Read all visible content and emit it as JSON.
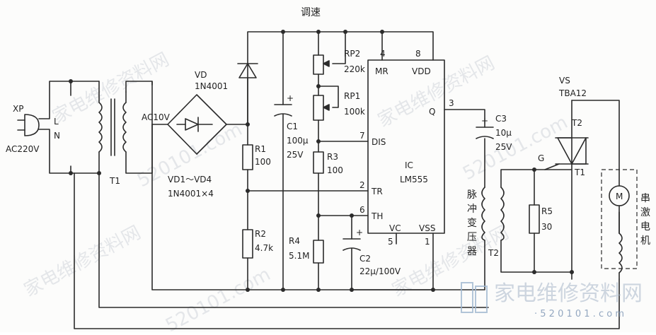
{
  "labels": {
    "speed": "调速",
    "xp": "XP",
    "l": "L",
    "n": "N",
    "ac220": "AC220V",
    "t1": "T1",
    "ac10": "AC10V",
    "vd": "VD",
    "vd_part": "1N4001",
    "bridge": "VD1～VD4",
    "bridge_part": "1N4001×4",
    "r1": "R1",
    "r1v": "100",
    "r2": "R2",
    "r2v": "4.7k",
    "c1": "C1",
    "c1v1": "100μ",
    "c1v2": "25V",
    "rp2": "RP2",
    "rp2v": "220k",
    "rp1": "RP1",
    "rp1v": "100k",
    "r3": "R3",
    "r3v": "100",
    "r4": "R4",
    "r4v": "5.1M",
    "c2": "C2",
    "c2v": "22μ/100V",
    "ic_mr": "MR",
    "ic_vdd": "VDD",
    "ic_q": "Q",
    "ic_dis": "DIS",
    "ic_tr": "TR",
    "ic_th": "TH",
    "ic_vc": "VC",
    "ic_vss": "VSS",
    "ic_name": "IC",
    "ic_part": "LM555",
    "pin4": "4",
    "pin8": "8",
    "pin3": "3",
    "pin7": "7",
    "pin2": "2",
    "pin6": "6",
    "pin5": "5",
    "pin1": "1",
    "c3": "C3",
    "c3v1": "10μ",
    "c3v2": "25V",
    "pulse_xfmr": "脉冲变压器",
    "t2_xfmr": "T2",
    "r5": "R5",
    "r5v": "30",
    "vs": "VS",
    "vs_part": "TBA12",
    "t2": "T2",
    "g": "G",
    "t1_term": "T1",
    "motor_m": "M",
    "motor_label": "串激电机",
    "plus": "+"
  },
  "watermarks": {
    "main": "家电维修资料网",
    "url": "520101.com",
    "brand": "家电维修资料网",
    "brand_url": "· 5 2 0 1 0 1 . c o m"
  },
  "colors": {
    "wire": "#2b2b2b",
    "watermark": "#b9c0c8",
    "brand": "#7a93b2"
  }
}
